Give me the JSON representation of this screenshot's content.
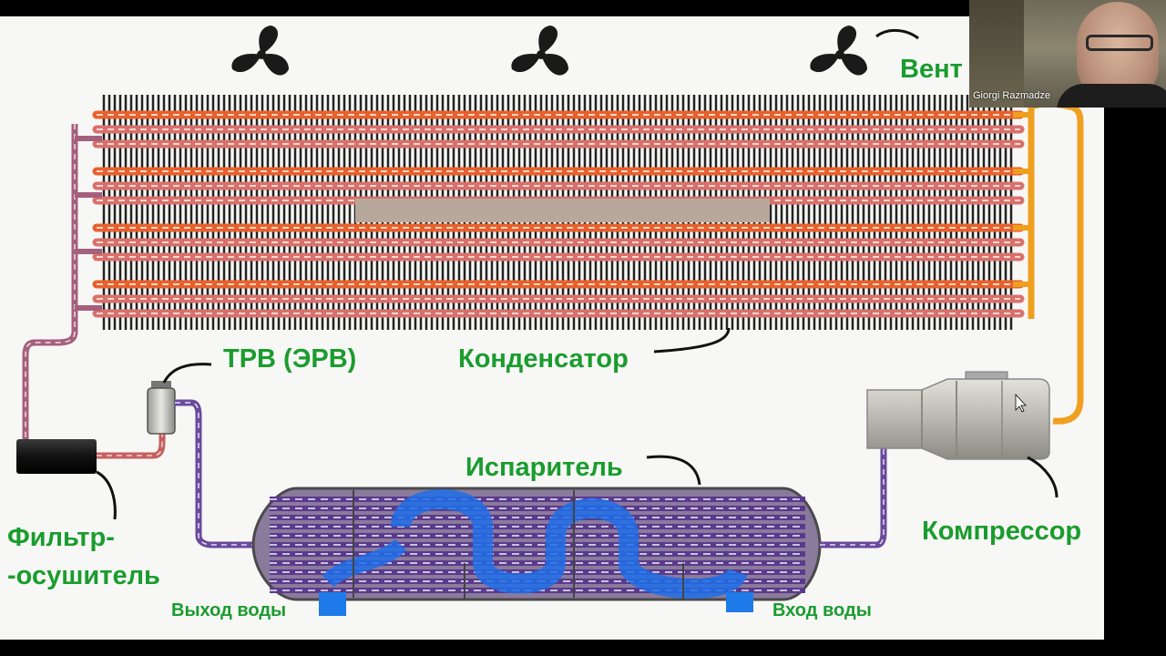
{
  "labels": {
    "fan": "Вент",
    "expansion_valve": "ТРВ (ЭРВ)",
    "condenser": "Конденсатор",
    "evaporator": "Испаритель",
    "compressor": "Компрессор",
    "filter_drier_line1": "Фильтр-",
    "filter_drier_line2": "-осушитель",
    "water_out": "Выход воды",
    "water_in": "Вход воды"
  },
  "webcam": {
    "participant_name": "Giorgi Razmadze"
  },
  "colors": {
    "label_green": "#1a9c2e",
    "hot_pipe": "#e8602c",
    "hot_pipe_outer": "#f08a7c",
    "liquid_pipe": "#a4607c",
    "cold_pipe": "#6a4a9c",
    "discharge_pipe": "#f0a020",
    "water_flow": "#1e6ee8",
    "fin_color": "#222222"
  },
  "icons": {
    "fan": "fan-icon",
    "compressor": "compressor-icon",
    "filter": "filter-drier-icon",
    "valve": "expansion-valve-icon"
  }
}
